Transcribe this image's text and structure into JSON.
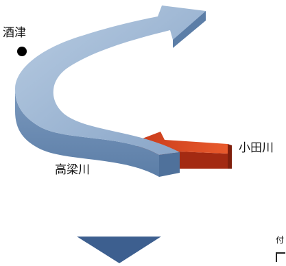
{
  "labels": {
    "sakatsu": "酒津",
    "odagawa": "小田川",
    "takahashigawa": "高梁川",
    "corner_text": "付"
  },
  "colors": {
    "main_river_top": "#9fb7d3",
    "main_river_side": "#6d8db3",
    "tributary_top": "#e1502a",
    "tributary_side": "#a82a12",
    "down_arrow": "#3d5f8f",
    "dot": "#000000"
  },
  "icons": {
    "location_marker": "filled-black-circle",
    "flow_direction": "down-arrow"
  }
}
